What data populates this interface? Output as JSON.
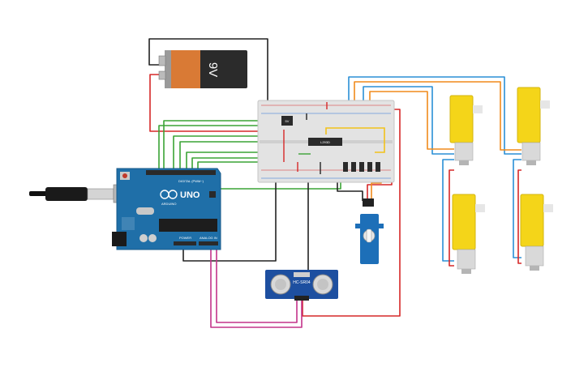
{
  "battery": {
    "label": "9V"
  },
  "arduino": {
    "model": "UNO",
    "brand": "ARDUINO",
    "digital_label": "DIGITAL (PWM~)",
    "power_label": "POWER",
    "analog_label": "ANALOG IN"
  },
  "breadboard": {
    "regulator_label": "5V",
    "driver_chip_label": "L293D"
  },
  "ultrasonic": {
    "label": "HC-SR04"
  },
  "colors": {
    "wire_red": "#d62828",
    "wire_black": "#222222",
    "wire_green": "#3aa335",
    "wire_orange": "#f08a1c",
    "wire_blue": "#2a8fd6",
    "wire_magenta": "#c3338a",
    "wire_yellow": "#f2c21b",
    "arduino_blue": "#1f6fa8",
    "motor_yellow": "#f4d519"
  }
}
